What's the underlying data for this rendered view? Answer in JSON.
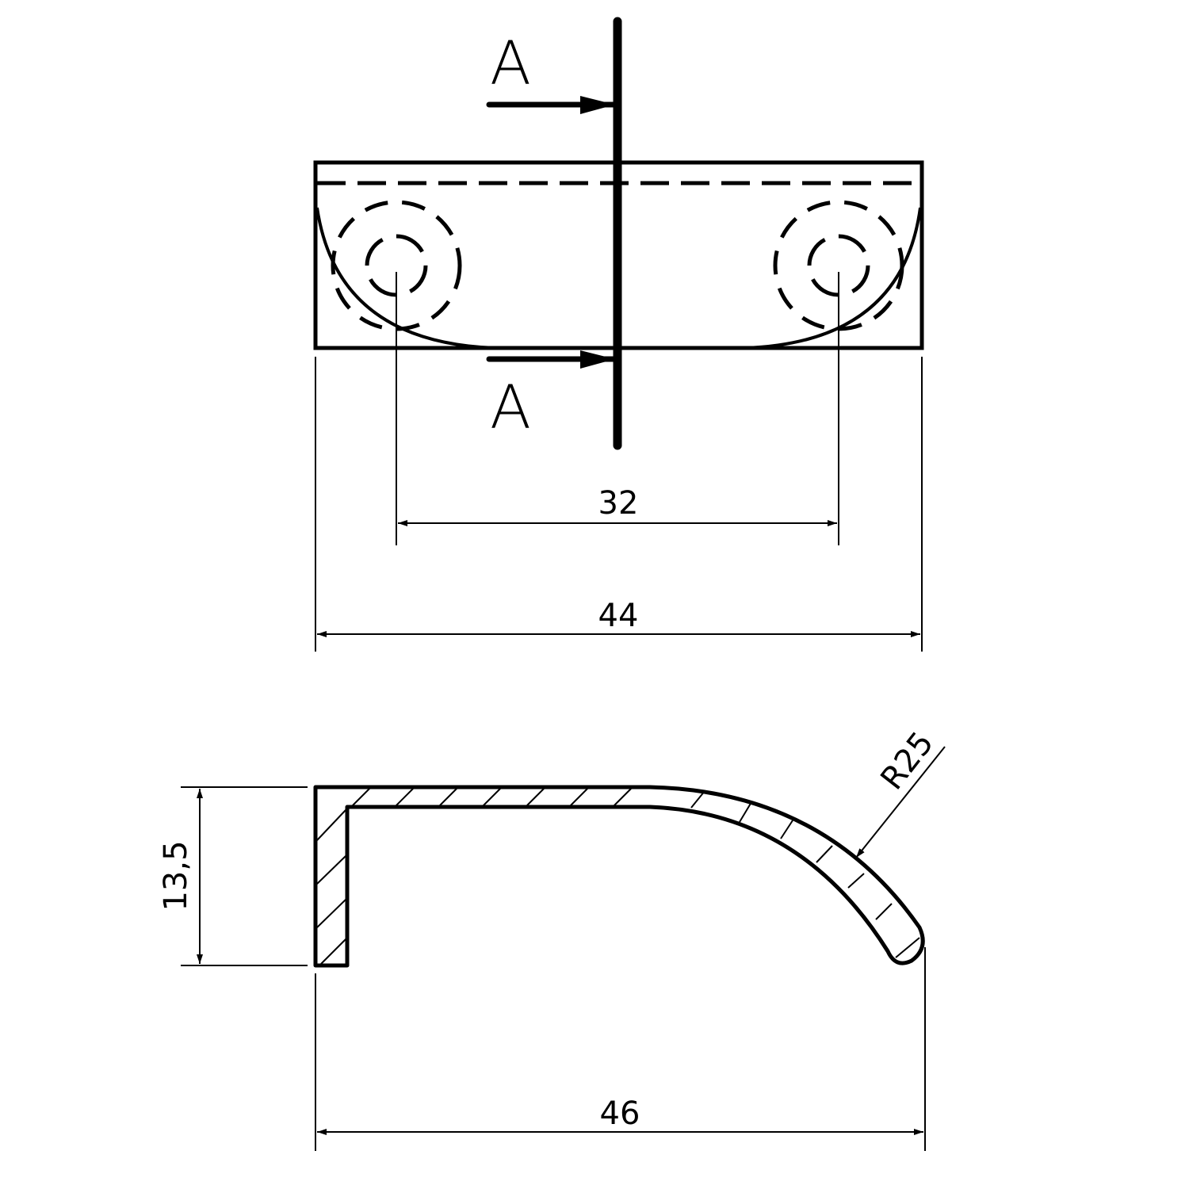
{
  "section": {
    "label_top": "A",
    "label_bottom": "A"
  },
  "dimensions": {
    "hole_spacing": "32",
    "top_width": "44",
    "height": "13,5",
    "side_width": "46",
    "radius": "R25"
  },
  "colors": {
    "line": "#000000",
    "background": "#ffffff"
  }
}
